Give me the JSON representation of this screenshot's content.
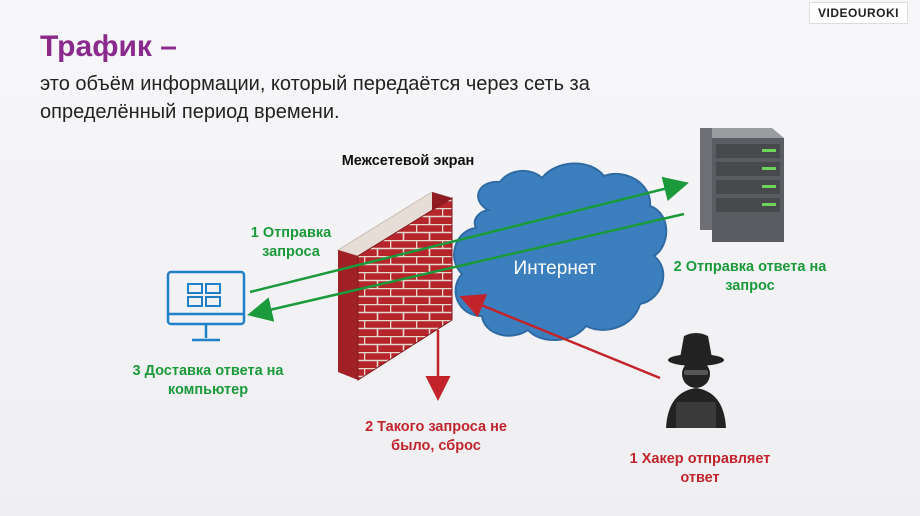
{
  "watermark": "VIDEOUROKI",
  "title": "Трафик –",
  "subtitle": "это объём информации, который передаётся через сеть за определённый период времени.",
  "nodes": {
    "firewall": "Межсетевой экран",
    "internet": "Интернет"
  },
  "steps": {
    "send_request": "1 Отправка запроса",
    "send_reply": "2 Отправка ответа на запрос",
    "deliver_reply": "3 Доставка ответа на компьютер",
    "no_request": "2 Такого запроса не было, сброс",
    "hacker": "1 Хакер отправляет ответ"
  },
  "colors": {
    "title": "#8a2a8c",
    "green": "#1a9a3a",
    "red": "#c3242c",
    "cloud": "#3c7fbf",
    "brick": "#b5252b"
  },
  "icons": [
    "computer-icon",
    "firewall-brick-wall-icon",
    "internet-cloud-icon",
    "server-icon",
    "hacker-icon"
  ]
}
